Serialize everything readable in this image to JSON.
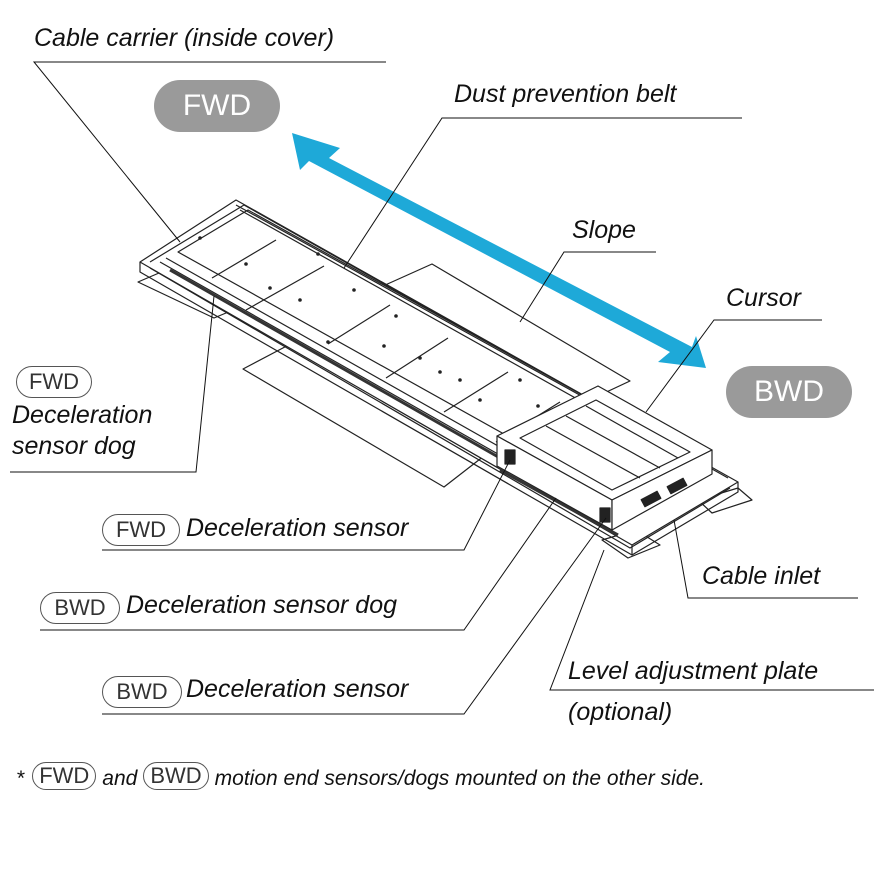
{
  "direction": {
    "fwd": "FWD",
    "bwd": "BWD",
    "arrow_color": "#1ea9d8",
    "pill_color": "#9a9a9a"
  },
  "labels": {
    "cable_carrier": "Cable carrier (inside cover)",
    "dust_belt": "Dust prevention belt",
    "slope": "Slope",
    "cursor": "Cursor",
    "fwd_dog_tag": "FWD",
    "fwd_dog_line1": "Deceleration",
    "fwd_dog_line2": "sensor dog",
    "fwd_sensor_tag": "FWD",
    "fwd_sensor": "Deceleration sensor",
    "bwd_dog_tag": "BWD",
    "bwd_dog": "Deceleration sensor dog",
    "bwd_sensor_tag": "BWD",
    "bwd_sensor": "Deceleration sensor",
    "cable_inlet": "Cable inlet",
    "level_plate_line1": "Level adjustment plate",
    "level_plate_line2": "(optional)"
  },
  "footnote": {
    "star": "*",
    "tag1": "FWD",
    "and": "and",
    "tag2": "BWD",
    "text": "motion end sensors/dogs mounted on the other side."
  }
}
